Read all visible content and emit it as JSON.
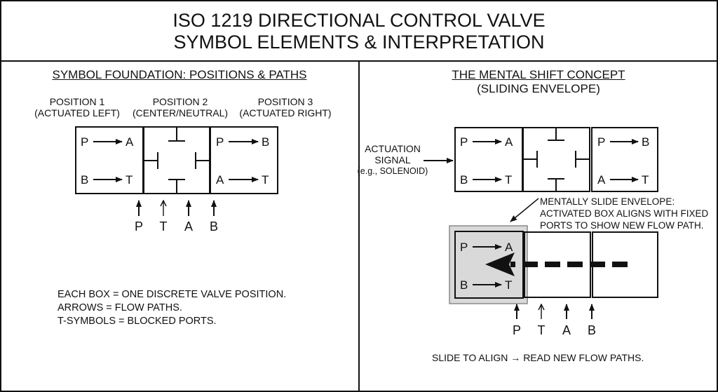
{
  "title": {
    "line1": "ISO 1219 DIRECTIONAL CONTROL VALVE",
    "line2": "SYMBOL ELEMENTS & INTERPRETATION"
  },
  "left": {
    "heading": "SYMBOL FOUNDATION: POSITIONS & PATHS",
    "positions": [
      {
        "line1": "POSITION 1",
        "line2": "(ACTUATED LEFT)"
      },
      {
        "line1": "POSITION 2",
        "line2": "(CENTER/NEUTRAL)"
      },
      {
        "line1": "POSITION 3",
        "line2": "(ACTUATED RIGHT)"
      }
    ],
    "box1": {
      "top_from": "P",
      "top_to": "A",
      "bottom_from": "B",
      "bottom_to": "T"
    },
    "box3": {
      "top_from": "P",
      "top_to": "B",
      "bottom_from": "A",
      "bottom_to": "T"
    },
    "ports": [
      "P",
      "T",
      "A",
      "B"
    ],
    "notes": [
      "EACH BOX = ONE DISCRETE VALVE POSITION.",
      "ARROWS = FLOW PATHS.",
      "T-SYMBOLS = BLOCKED PORTS."
    ]
  },
  "right": {
    "heading_line1": "THE MENTAL SHIFT CONCEPT",
    "heading_line2": "(SLIDING ENVELOPE)",
    "actuation": [
      "ACTUATION",
      "SIGNAL",
      "(e.g., SOLENOID)"
    ],
    "box1": {
      "top_from": "P",
      "top_to": "A",
      "bottom_from": "B",
      "bottom_to": "T"
    },
    "box3": {
      "top_from": "P",
      "top_to": "B",
      "bottom_from": "A",
      "bottom_to": "T"
    },
    "callout": [
      "MENTALLY SLIDE ENVELOPE:",
      "ACTIVATED BOX ALIGNS WITH FIXED",
      "PORTS TO SHOW NEW FLOW PATH."
    ],
    "shifted_box": {
      "top_from": "P",
      "top_to": "A",
      "bottom_from": "B",
      "bottom_to": "T"
    },
    "ports": [
      "P",
      "T",
      "A",
      "B"
    ],
    "footer": "SLIDE TO ALIGN → READ NEW FLOW PATHS."
  },
  "colors": {
    "ink": "#111111",
    "highlight_fill": "#d9d9d9",
    "highlight_border": "#8a8a8a"
  }
}
